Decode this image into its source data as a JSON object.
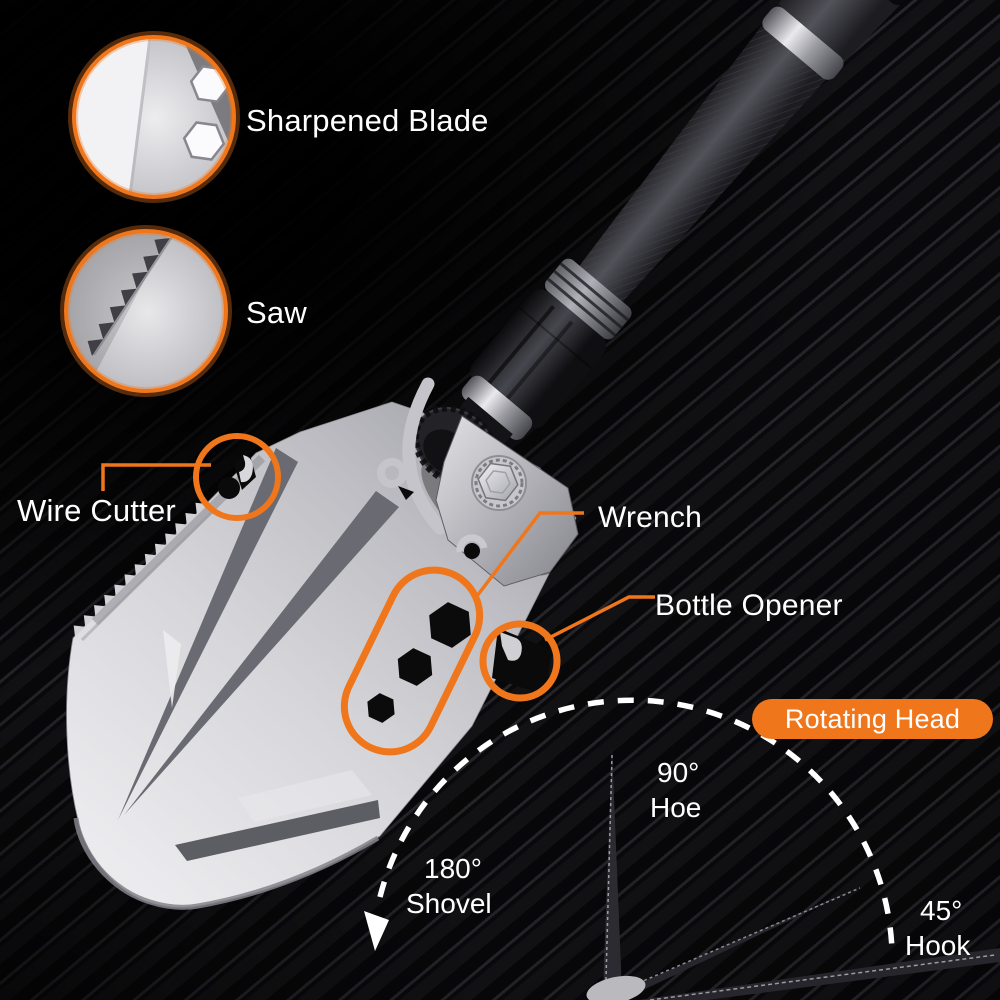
{
  "colors": {
    "accent": "#f0761c",
    "label_text": "#ffffff",
    "background": "#0a0a0c"
  },
  "magnifier_insets": [
    {
      "label": "Sharpened Blade"
    },
    {
      "label": "Saw"
    }
  ],
  "feature_callouts": [
    {
      "label": "Wire Cutter"
    },
    {
      "label": "Wrench"
    },
    {
      "label": "Bottle Opener"
    }
  ],
  "rotating_head_badge": {
    "label": "Rotating Head"
  },
  "rotation_positions": [
    {
      "angle": "90°",
      "label": "Hoe"
    },
    {
      "angle": "180°",
      "label": "Shovel"
    },
    {
      "angle": "45°",
      "label": "Hook"
    }
  ]
}
